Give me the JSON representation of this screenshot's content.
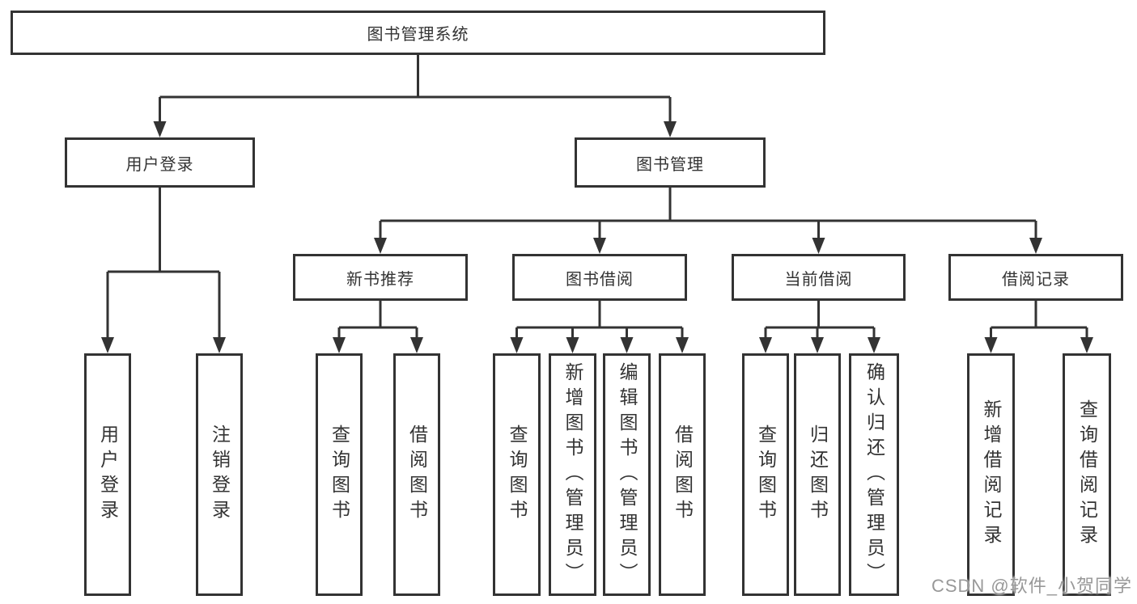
{
  "diagram": {
    "root": "图书管理系统",
    "level2": [
      "用户登录",
      "图书管理"
    ],
    "level3": [
      "新书推荐",
      "图书借阅",
      "当前借阅",
      "借阅记录"
    ],
    "leaves": {
      "login": [
        "用户登录",
        "注销登录"
      ],
      "recommend": [
        "查询图书",
        "借阅图书"
      ],
      "borrow": [
        "查询图书",
        "新增图书（管理员）",
        "编辑图书（管理员）",
        "借阅图书"
      ],
      "current": [
        "查询图书",
        "归还图书",
        "确认归还（管理员）"
      ],
      "records": [
        "新增借阅记录",
        "查询借阅记录"
      ]
    }
  },
  "watermark": "CSDN @软件_小贺同学",
  "colors": {
    "line": "#333333",
    "text": "#333333",
    "background": "#ffffff",
    "watermark": "#989898"
  }
}
